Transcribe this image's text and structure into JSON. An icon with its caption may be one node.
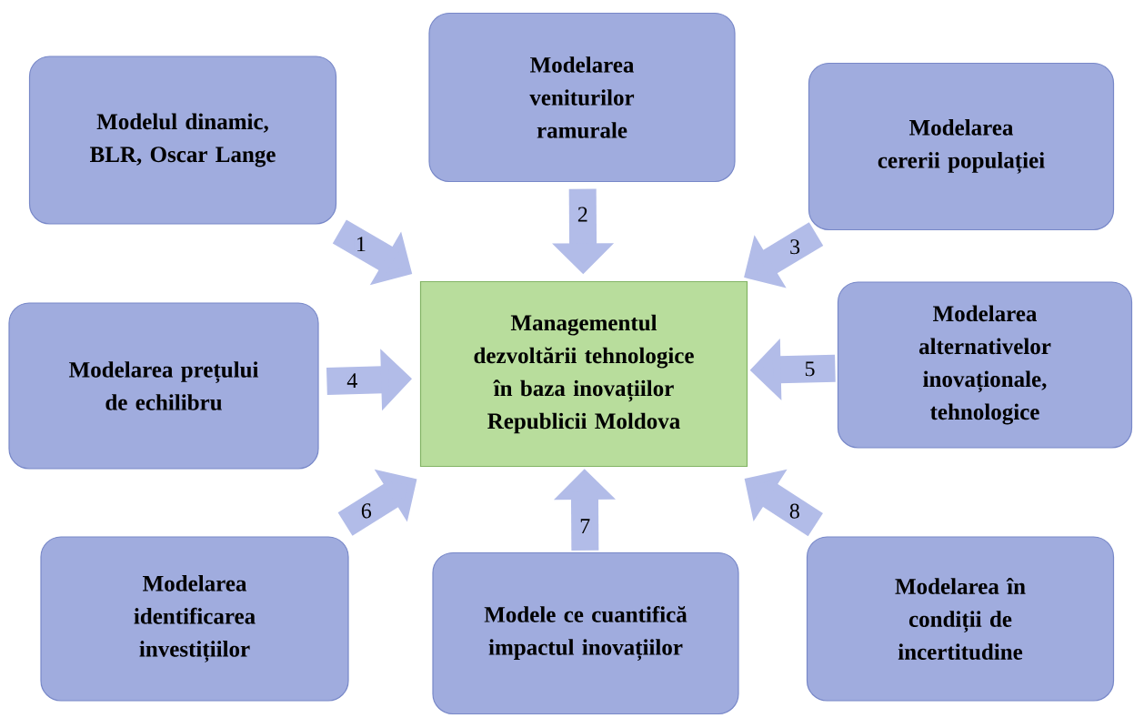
{
  "diagram": {
    "nodes": [
      {
        "text": [
          "Modelul dinamic, BLR, Oscar Lange"
        ]
      },
      {
        "text": [
          "Modelarea veniturilor ramurale"
        ]
      },
      {
        "text": [
          "Modelarea cererii populației"
        ]
      },
      {
        "text": [
          "Modelarea prețului de echilibru"
        ]
      },
      {
        "text": [
          "Managementul dezvoltării tehnologice în baza inovațiilor Republicii Moldova"
        ]
      },
      {
        "text": [
          "Modelarea alternativelor inovaționale, tehnologice"
        ]
      },
      {
        "text": [
          "Modelarea identificarea investițiilor"
        ]
      },
      {
        "text": [
          "Modele ce cuantifică impactul inovațiilor"
        ]
      },
      {
        "text": [
          "Modelarea în condiții de incertitudine"
        ]
      }
    ],
    "edges": [
      {
        "from": 0,
        "to": 4,
        "arrow": "to",
        "label": "1"
      },
      {
        "from": 1,
        "to": 4,
        "arrow": "to",
        "label": "2"
      },
      {
        "from": 2,
        "to": 4,
        "arrow": "to",
        "label": "3"
      },
      {
        "from": 3,
        "to": 4,
        "arrow": "to",
        "label": "4"
      },
      {
        "from": 5,
        "to": 4,
        "arrow": "to",
        "label": "5"
      },
      {
        "from": 6,
        "to": 4,
        "arrow": "to",
        "label": "6"
      },
      {
        "from": 7,
        "to": 4,
        "arrow": "to",
        "label": "7"
      },
      {
        "from": 8,
        "to": 4,
        "arrow": "to",
        "label": "8"
      }
    ]
  }
}
